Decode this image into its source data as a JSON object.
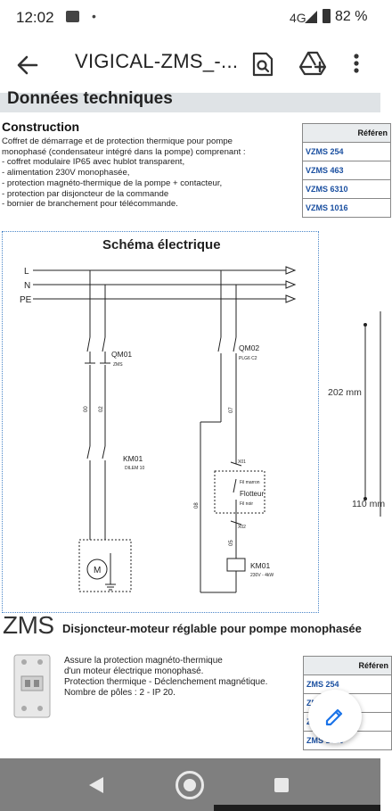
{
  "status_bar": {
    "time": "12:02",
    "network": "4G",
    "battery": "82 %"
  },
  "app_bar": {
    "title": "VIGICAL-ZMS_-..."
  },
  "document": {
    "section_title": "Données techniques",
    "construction": {
      "heading": "Construction",
      "lines": [
        "Coffret de démarrage et de protection thermique pour pompe",
        "monophasé (condensateur intégré dans la pompe) comprenant :",
        "- coffret modulaire IP65 avec hublot transparent,",
        "- alimentation 230V monophasée,",
        "- protection magnéto-thermique de la pompe + contacteur,",
        "- protection par disjoncteur de la commande",
        "- bornier de branchement pour télécommande."
      ]
    },
    "ref_table": {
      "header": "Référen",
      "rows": [
        "VZMS 254",
        "VZMS 463",
        "VZMS 6310",
        "VZMS 1016"
      ]
    },
    "schema": {
      "title": "Schéma électrique",
      "lines": [
        "L",
        "N",
        "PE"
      ],
      "qm01": {
        "name": "QM01",
        "sub": "ZMS"
      },
      "qm02": {
        "name": "QM02",
        "sub": "PLG6 C2"
      },
      "km01_contact": {
        "name": "KM01",
        "sub": "DILEM 10"
      },
      "km01_coil": {
        "name": "KM01",
        "sub": "230V - 4kW"
      },
      "flotteur": {
        "top": "Fil marron",
        "label": "Flotteur",
        "bottom": "Fil noir"
      },
      "wire_numbers": [
        "00",
        "02",
        "07",
        "08",
        "05"
      ],
      "terminals": [
        "X01",
        "X02"
      ],
      "motor": "M"
    },
    "dimensions": {
      "height": "202 mm",
      "width": "110 mm"
    },
    "zms": {
      "code": "ZMS",
      "description": "Disjoncteur-moteur réglable pour pompe monophasée",
      "lines": [
        "Assure la protection magnéto-thermique",
        "d'un moteur électrique monophasé.",
        "Protection thermique - Déclenchement magnétique.",
        "Nombre de pôles : 2 - IP 20."
      ],
      "ref_table": {
        "header": "Référen",
        "rows": [
          "ZMS 254",
          "ZMS 463",
          "ZMS 6310",
          "ZMS 1016"
        ]
      }
    }
  },
  "icons": {
    "back": "arrow-back-icon",
    "search": "search-doc-icon",
    "drive": "add-to-drive-icon",
    "more": "more-vert-icon",
    "edit": "edit-pencil-icon"
  },
  "colors": {
    "link_blue": "#1a4fa0",
    "schema_border": "#4a86c8",
    "fab_icon": "#1a73e8",
    "nav_bar": "#7f7f7f"
  }
}
